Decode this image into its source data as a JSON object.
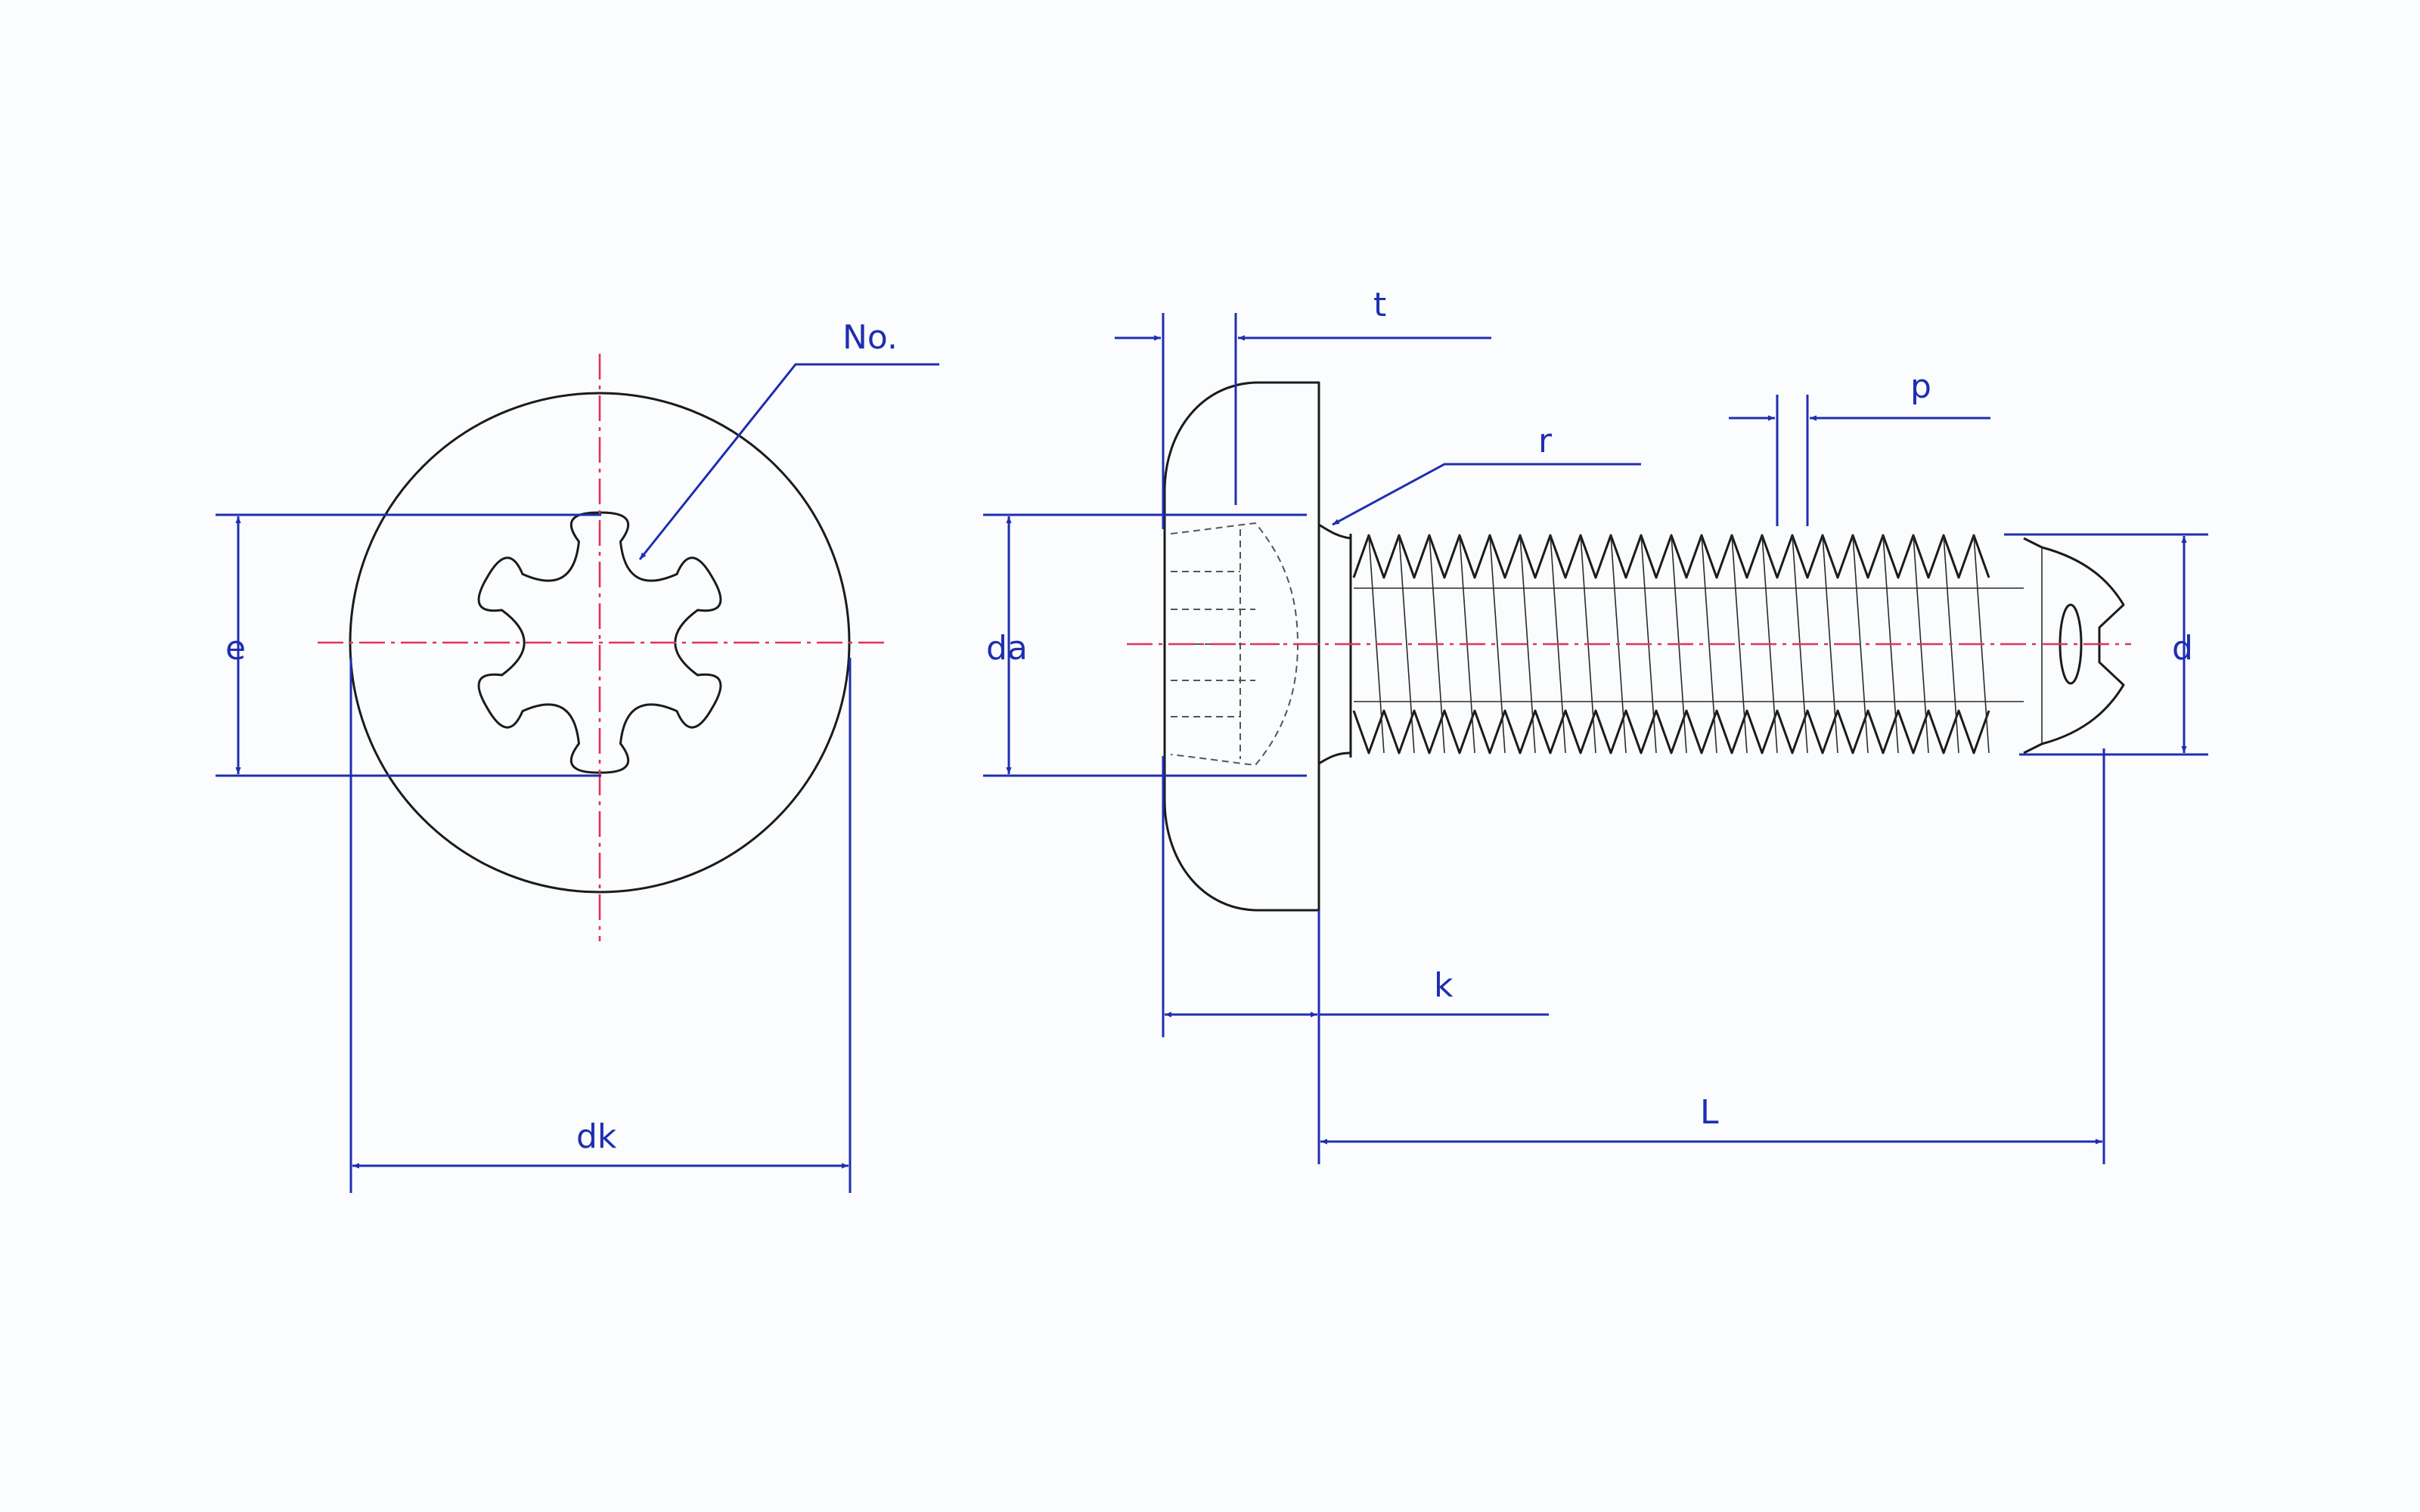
{
  "labels": {
    "number": "No.",
    "e": "e",
    "dk": "dk",
    "t": "t",
    "r": "r",
    "p": "p",
    "da": "da",
    "d": "d",
    "k": "k",
    "L": "L"
  },
  "colors": {
    "background": "#fbfcfd",
    "outline": "#1b1b1b",
    "dimension": "#1f2eb0",
    "centerline": "#e0325a"
  }
}
